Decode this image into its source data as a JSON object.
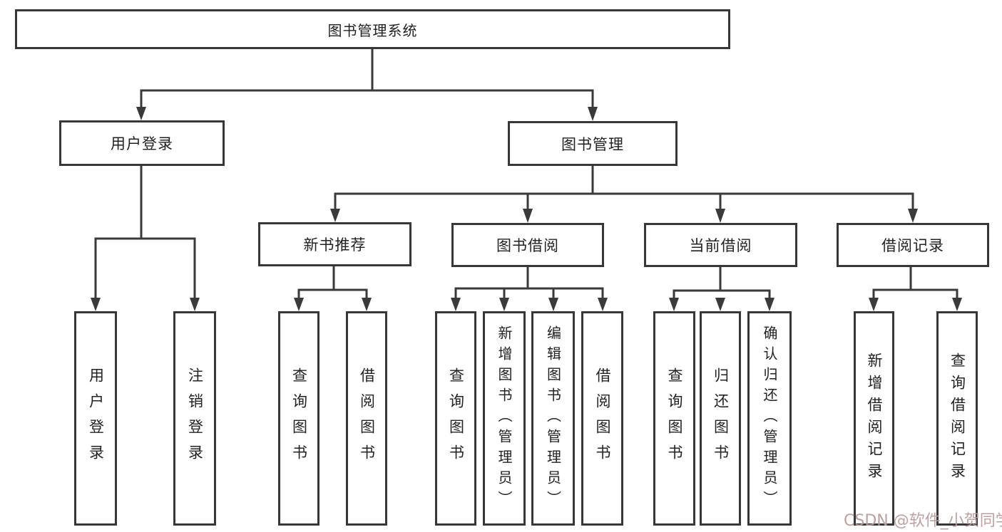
{
  "diagram": {
    "colors": {
      "line": "#3a3a3a",
      "border": "#373737",
      "text": "#222222",
      "watermark_text": "#ba9b9b",
      "background": "#ffffff"
    },
    "tree": {
      "label": "图书管理系统",
      "children": [
        {
          "label": "用户登录",
          "children": [
            {
              "label": "用户登录"
            },
            {
              "label": "注销登录"
            }
          ]
        },
        {
          "label": "图书管理",
          "children": [
            {
              "label": "新书推荐",
              "children": [
                {
                  "label": "查询图书"
                },
                {
                  "label": "借阅图书"
                }
              ]
            },
            {
              "label": "图书借阅",
              "children": [
                {
                  "label": "查询图书"
                },
                {
                  "label": "新增图书（管理员）"
                },
                {
                  "label": "编辑图书（管理员）"
                },
                {
                  "label": "借阅图书"
                }
              ]
            },
            {
              "label": "当前借阅",
              "children": [
                {
                  "label": "查询图书"
                },
                {
                  "label": "归还图书"
                },
                {
                  "label": "确认归还（管理员）"
                }
              ]
            },
            {
              "label": "借阅记录",
              "children": [
                {
                  "label": "新增借阅记录"
                },
                {
                  "label": "查询借阅记录"
                }
              ]
            }
          ]
        }
      ]
    },
    "watermark": "CSDN @软件_小贺同学"
  }
}
